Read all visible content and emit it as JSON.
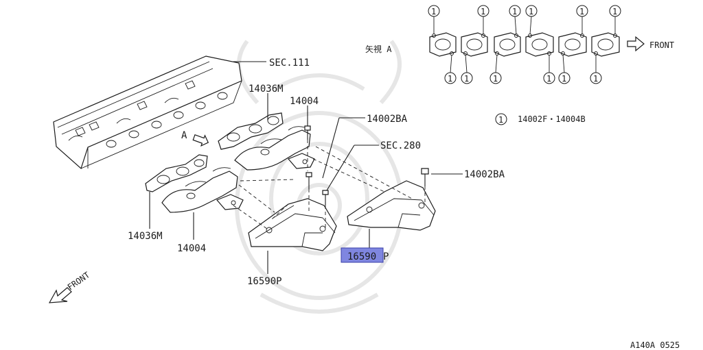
{
  "labels": {
    "sec111": "SEC.111",
    "p14036m_top": "14036M",
    "p14004_top": "14004",
    "p14002ba_top": "14002BA",
    "sec280": "SEC.280",
    "p14002ba_right": "14002BA",
    "p14036m_bottom": "14036M",
    "p14004_bottom": "14004",
    "p16590p_left": "16590P",
    "p16590p_highlight_a": "16590",
    "p16590p_highlight_b": "P",
    "view_a_marker": "A",
    "view_a_title": "矢視 A",
    "front_right": "FRONT",
    "front_left": "FRONT",
    "legend_text": "14002F・14004B",
    "callout_number": "1",
    "diagram_code": "A140A 0525"
  },
  "colors": {
    "highlight_fill": "#7f86e0",
    "highlight_stroke": "#3a3fa8",
    "line": "#1a1a1a",
    "watermark": "#e6e6e6"
  }
}
